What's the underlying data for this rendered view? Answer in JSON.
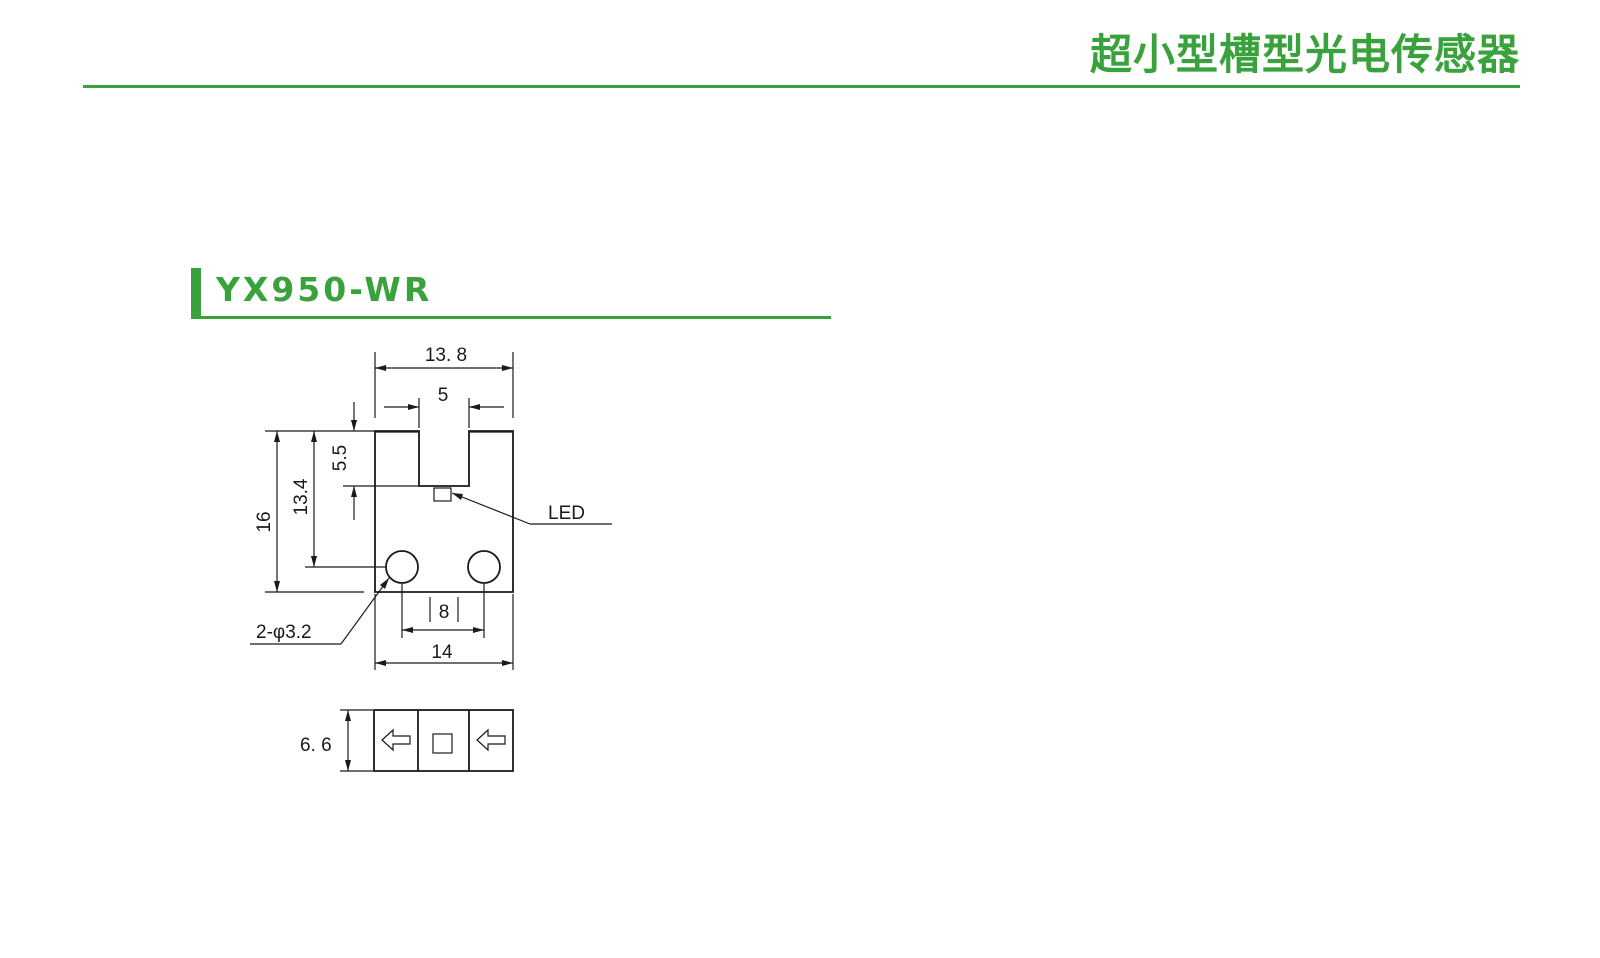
{
  "header": {
    "title": "超小型槽型光电传感器",
    "accent_color": "#3aa23c"
  },
  "section": {
    "model": "YX950-WR"
  },
  "drawing": {
    "dimensions": {
      "overall_width_top": "13. 8",
      "slot_width": "5",
      "slot_depth": "5.5",
      "optical_axis_height": "13.4",
      "overall_height": "16",
      "hole_pitch": "8",
      "overall_width_bottom": "14",
      "thickness": "6. 6"
    },
    "labels": {
      "led": "LED",
      "holes": "2-φ3.2"
    },
    "icons": [
      "arrow-left-icon",
      "square-icon",
      "arrow-left-icon"
    ]
  }
}
